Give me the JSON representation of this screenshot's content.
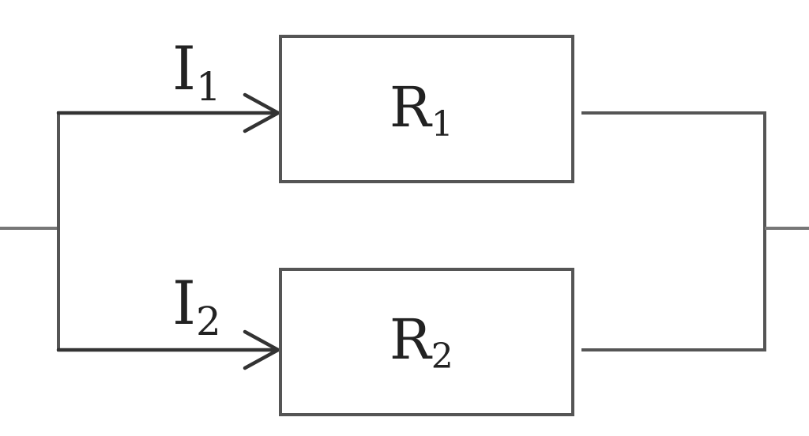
{
  "circuit": {
    "branches": [
      {
        "current": {
          "symbol": "I",
          "subscript": "1"
        },
        "resistor": {
          "symbol": "R",
          "subscript": "1"
        }
      },
      {
        "current": {
          "symbol": "I",
          "subscript": "2"
        },
        "resistor": {
          "symbol": "R",
          "subscript": "2"
        }
      }
    ]
  }
}
